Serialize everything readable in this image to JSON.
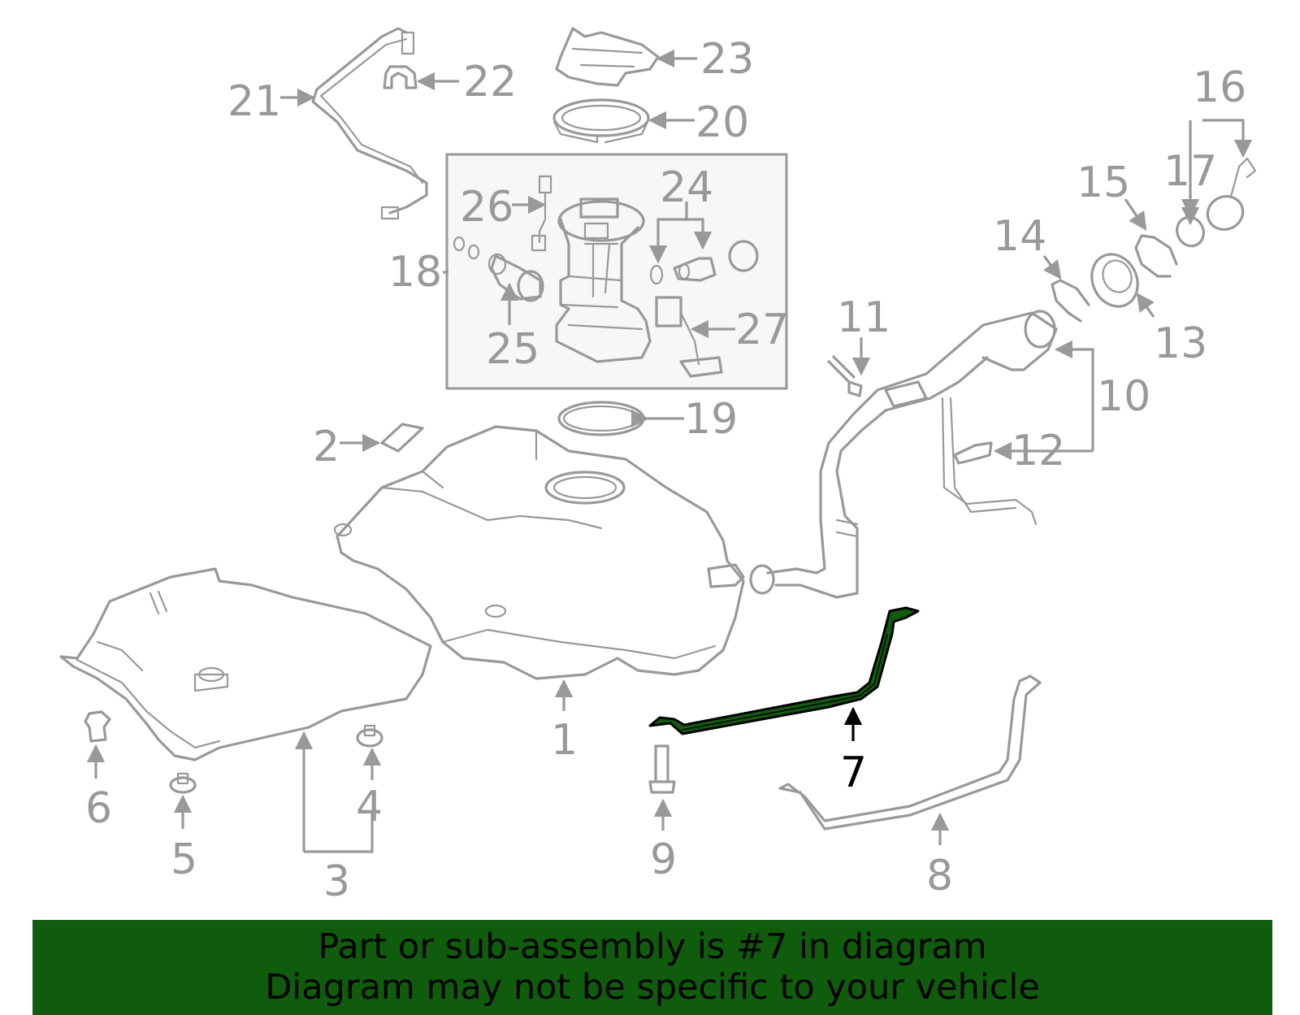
{
  "highlight": {
    "part": "7",
    "color": "#0f5d0c"
  },
  "callouts": {
    "c1": "1",
    "c2": "2",
    "c3": "3",
    "c4": "4",
    "c5": "5",
    "c6": "6",
    "c7": "7",
    "c8": "8",
    "c9": "9",
    "c10": "10",
    "c11": "11",
    "c12": "12",
    "c13": "13",
    "c14": "14",
    "c15": "15",
    "c16": "16",
    "c17": "17",
    "c18": "18",
    "c19": "19",
    "c20": "20",
    "c21": "21",
    "c22": "22",
    "c23": "23",
    "c24": "24",
    "c25": "25",
    "c26": "26",
    "c27": "27"
  },
  "banner": {
    "line1": "Part or sub-assembly is #7 in diagram",
    "line2": "Diagram may not be specific to your vehicle",
    "background": "#0f5d0c"
  }
}
